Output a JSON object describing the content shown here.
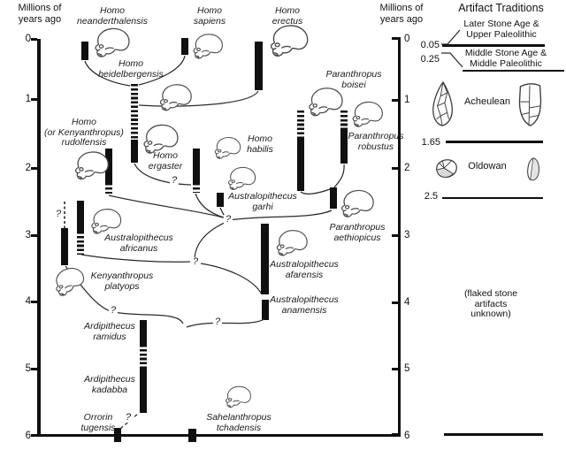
{
  "figure": {
    "left_axis": {
      "title_lines": [
        "Millions of",
        "years ago"
      ],
      "ticks": [
        "0",
        "1",
        "2",
        "3",
        "4",
        "5",
        "6"
      ]
    },
    "right_axis": {
      "title_lines": [
        "Millions of",
        "years ago"
      ],
      "ticks": [
        "0",
        "1",
        "2",
        "3",
        "4",
        "5",
        "6"
      ]
    },
    "artifact_panel": {
      "title": "Artifact Traditions",
      "boundaries": [
        "0.05",
        "0.25",
        "1.65",
        "2.5"
      ],
      "traditions": [
        {
          "lines": [
            "Later Stone Age &",
            "Upper Paleolithic"
          ]
        },
        {
          "lines": [
            "Middle Stone Age &",
            "Middle Paleolithic"
          ]
        },
        {
          "lines": [
            "Acheulean"
          ],
          "icons": [
            "handaxe-icon",
            "cleaver-icon"
          ]
        },
        {
          "lines": [
            "Oldowan"
          ],
          "icons": [
            "chopper-icon",
            "flake-icon"
          ]
        },
        {
          "lines": [
            "(flaked stone",
            "artifacts",
            "unknown)"
          ]
        }
      ]
    },
    "species": [
      {
        "lines": [
          "Homo",
          "neanderthalensis"
        ],
        "icon": "skull-icon"
      },
      {
        "lines": [
          "Homo",
          "sapiens"
        ],
        "icon": "skull-icon"
      },
      {
        "lines": [
          "Homo",
          "erectus"
        ],
        "icon": "skull-icon"
      },
      {
        "lines": [
          "Homo",
          "heidelbergensis"
        ],
        "icon": "skull-icon"
      },
      {
        "lines": [
          "Homo",
          "(or Kenyanthropus)",
          "rudolfensis"
        ],
        "icon": "skull-icon"
      },
      {
        "lines": [
          "Homo",
          "ergaster"
        ],
        "icon": "skull-icon"
      },
      {
        "lines": [
          "Homo",
          "habilis"
        ],
        "icon": "skull-icon"
      },
      {
        "lines": [
          "Paranthropus",
          "boisei"
        ],
        "icon": "skull-icon"
      },
      {
        "lines": [
          "Paranthropus",
          "robustus"
        ],
        "icon": "skull-icon"
      },
      {
        "lines": [
          "Australopithecus",
          "garhi"
        ],
        "icon": "skull-icon"
      },
      {
        "lines": [
          "Paranthropus",
          "aethiopicus"
        ],
        "icon": "skull-icon"
      },
      {
        "lines": [
          "Australopithecus",
          "africanus"
        ],
        "icon": "skull-icon"
      },
      {
        "lines": [
          "Kenyanthropus",
          "platyops"
        ],
        "icon": "skull-icon"
      },
      {
        "lines": [
          "Australopithecus",
          "afarensis"
        ],
        "icon": "skull-icon"
      },
      {
        "lines": [
          "Australopithecus",
          "anamensis"
        ]
      },
      {
        "lines": [
          "Ardipithecus",
          "ramidus"
        ]
      },
      {
        "lines": [
          "Ardipithecus",
          "kadabba"
        ]
      },
      {
        "lines": [
          "Orrorin",
          "tugensis"
        ]
      },
      {
        "lines": [
          "Sahelanthropus",
          "tchadensis"
        ],
        "icon": "skull-icon"
      }
    ],
    "qmarks": [
      "?",
      "?",
      "?",
      "?",
      "?",
      "?",
      "?"
    ],
    "colors": {
      "ink": "#1b1b1b",
      "bar": "#101010",
      "tool_shade": "#d9d9d9"
    }
  }
}
